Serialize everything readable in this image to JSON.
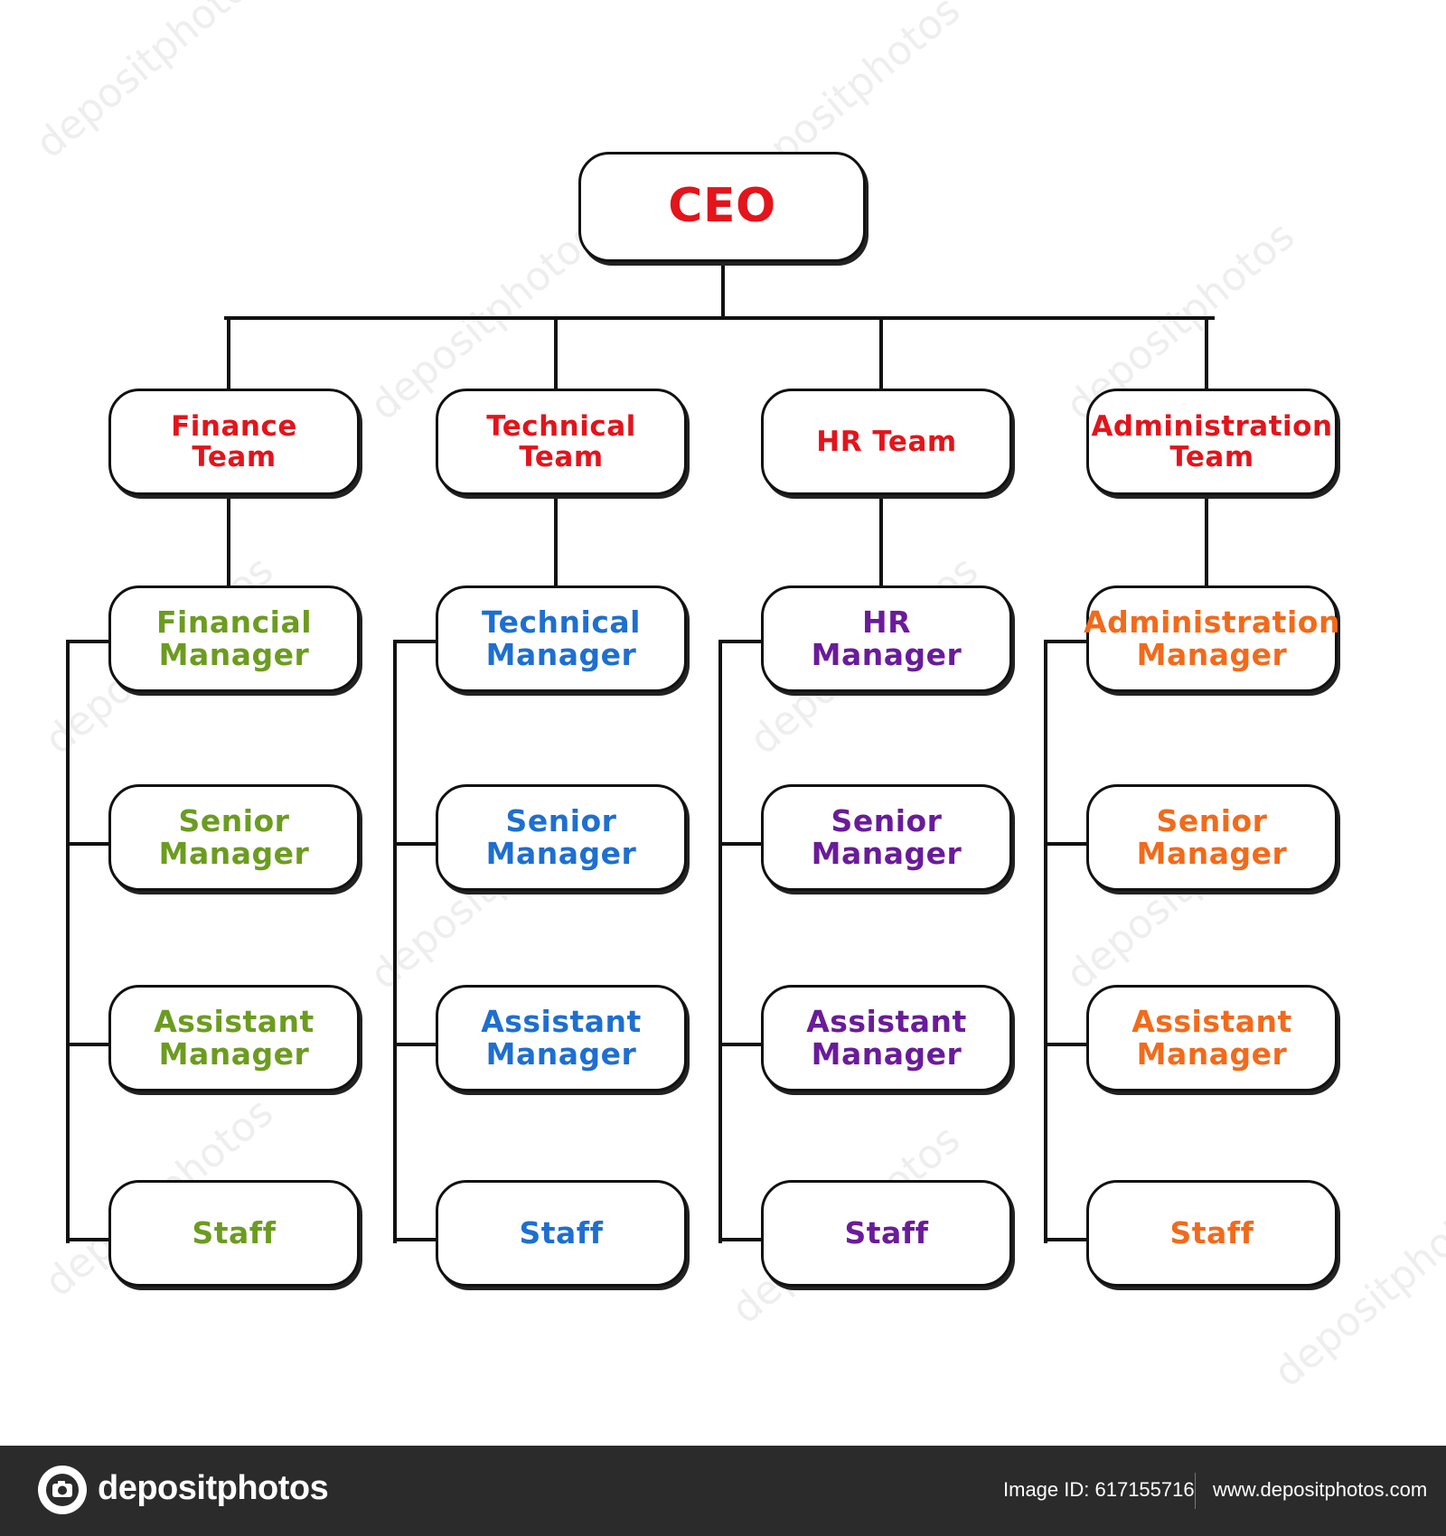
{
  "chart": {
    "ceo": {
      "label": "CEO",
      "color": "#e3141b"
    },
    "departments": [
      {
        "team": "Finance\nTeam",
        "color": "#6b9c1f",
        "roles": [
          "Financial\nManager",
          "Senior\nManager",
          "Assistant\nManager",
          "Staff"
        ]
      },
      {
        "team": "Technical\nTeam",
        "color": "#1e6fd0",
        "roles": [
          "Technical\nManager",
          "Senior\nManager",
          "Assistant\nManager",
          "Staff"
        ]
      },
      {
        "team": "HR Team",
        "color": "#6a1b9a",
        "roles": [
          "HR\nManager",
          "Senior\nManager",
          "Assistant\nManager",
          "Staff"
        ]
      },
      {
        "team": "Administration\nTeam",
        "color": "#f26a1b",
        "roles": [
          "Administration\nManager",
          "Senior\nManager",
          "Assistant\nManager",
          "Staff"
        ]
      }
    ],
    "team_color": "#e3141b"
  },
  "watermark": "depositphotos",
  "footer": {
    "brand": "depositphotos",
    "image_id": "Image ID: 617155716",
    "site": "www.depositphotos.com"
  }
}
